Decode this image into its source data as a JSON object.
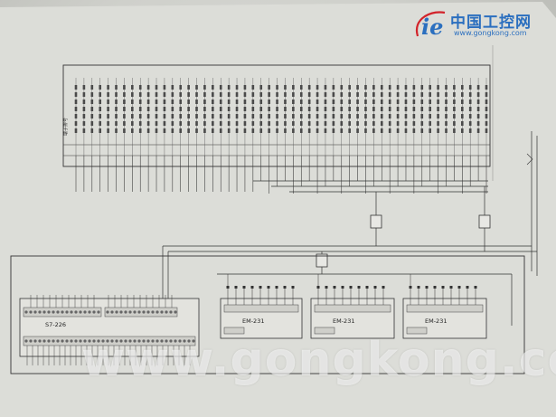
{
  "logo": {
    "chinese": "中国工控网",
    "url": "www.gongkong.com"
  },
  "watermark": "www.gongkong.com",
  "terminal_strip": {
    "label": "端子排号"
  },
  "plc_modules": {
    "cpu": "S7-226",
    "em1": "EM-231",
    "em2": "EM-231",
    "em3": "EM-231"
  },
  "colors": {
    "ink": "#2a2a2a",
    "paper": "#dedfdb",
    "logo_blue": "#2b6fbf",
    "logo_red": "#d2232a"
  }
}
